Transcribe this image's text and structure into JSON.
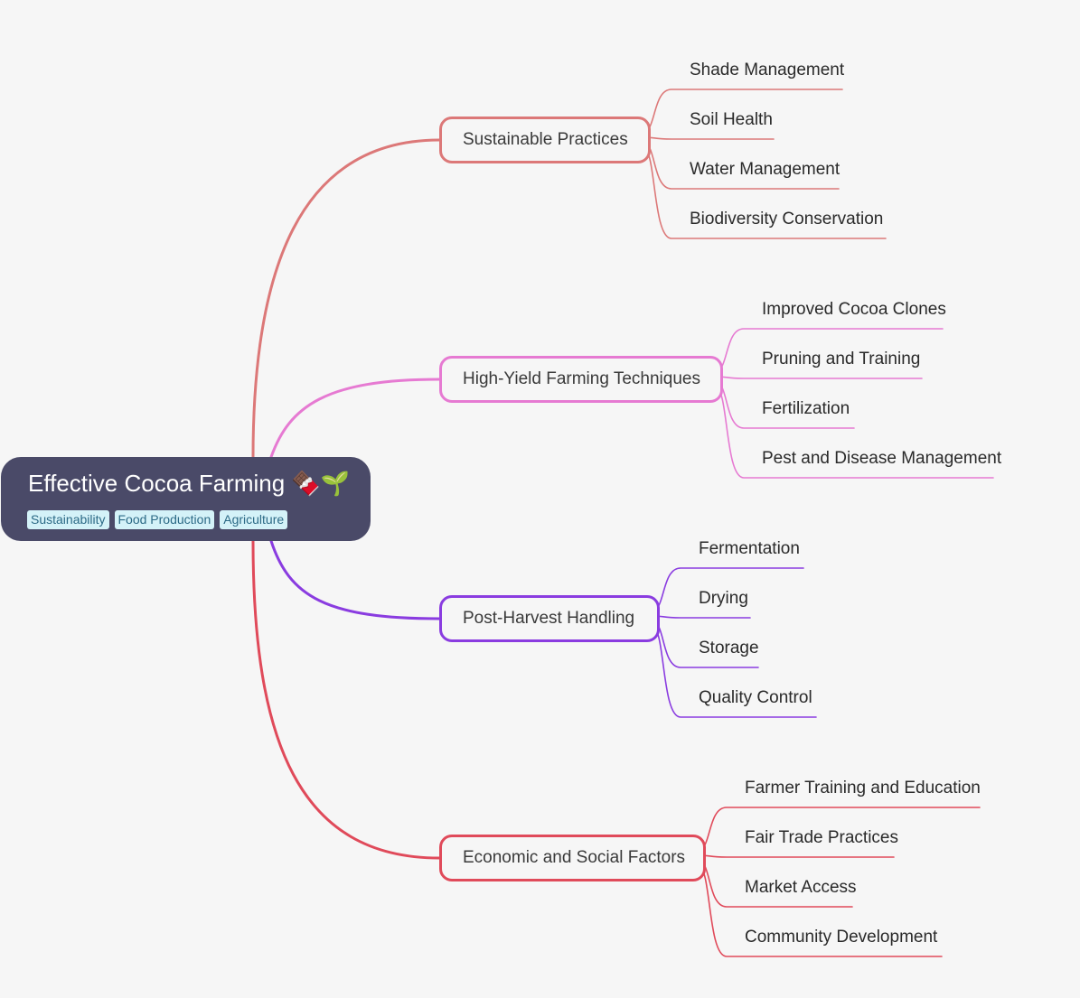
{
  "root": {
    "title": "Effective Cocoa Farming 🍫🌱",
    "tags": [
      "Sustainability",
      "Food Production",
      "Agriculture"
    ]
  },
  "branches": [
    {
      "label": "Sustainable Practices",
      "color": "#dc7878",
      "children": [
        "Shade Management",
        "Soil Health",
        "Water Management",
        "Biodiversity Conservation"
      ]
    },
    {
      "label": "High-Yield Farming Techniques",
      "color": "#e67ad2",
      "children": [
        "Improved Cocoa Clones",
        "Pruning and Training",
        "Fertilization",
        "Pest and Disease Management"
      ]
    },
    {
      "label": "Post-Harvest Handling",
      "color": "#8a3ce0",
      "children": [
        "Fermentation",
        "Drying",
        "Storage",
        "Quality Control"
      ]
    },
    {
      "label": "Economic and Social Factors",
      "color": "#e04a5a",
      "children": [
        "Farmer Training and Education",
        "Fair Trade Practices",
        "Market Access",
        "Community Development"
      ]
    }
  ]
}
